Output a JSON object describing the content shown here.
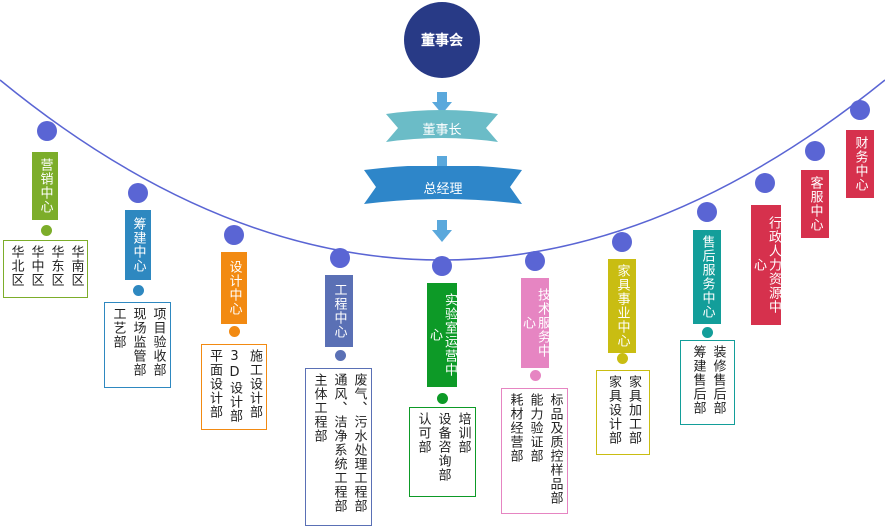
{
  "top": {
    "board": "董事会",
    "chairman": "董事长",
    "general_manager": "总经理"
  },
  "departments": [
    {
      "name": "营销中心",
      "color": "#7cad2a",
      "units": [
        "华南区",
        "华东区",
        "华中区",
        "华北区"
      ]
    },
    {
      "name": "筹建中心",
      "color": "#2e88c0",
      "units": [
        "项目验收部",
        "现场监管部",
        "工艺部"
      ]
    },
    {
      "name": "设计中心",
      "color": "#f28a12",
      "units": [
        "施工设计部",
        "3D设计部",
        "平面设计部"
      ]
    },
    {
      "name": "工程中心",
      "color": "#5a70b5",
      "units": [
        "废气、污水处理工程部",
        "通风、洁净系统工程部",
        "主体工程部"
      ]
    },
    {
      "name": "实验室运营中心",
      "color": "#0d9a27",
      "units": [
        "培训部",
        "设备咨询部",
        "认可部"
      ]
    },
    {
      "name": "技术服务中心",
      "color": "#e685c2",
      "units": [
        "标品及质控样品部",
        "能力验证部",
        "耗材经营部"
      ]
    },
    {
      "name": "家具事业中心",
      "color": "#c9bd12",
      "units": [
        "家具加工部",
        "家具设计部"
      ]
    },
    {
      "name": "售后服务中心",
      "color": "#139e9a",
      "units": [
        "装修售后部",
        "筹建售后部"
      ]
    },
    {
      "name": "行政人力资源中心",
      "color": "#d6314d",
      "units": []
    },
    {
      "name": "客服中心",
      "color": "#d6314d",
      "units": []
    },
    {
      "name": "财务中心",
      "color": "#d6314d",
      "units": []
    }
  ],
  "colors": {
    "arc": "#5a65d4",
    "board": "#283a86",
    "chairman": "#6bbcc7",
    "general_manager": "#2e86c9"
  }
}
